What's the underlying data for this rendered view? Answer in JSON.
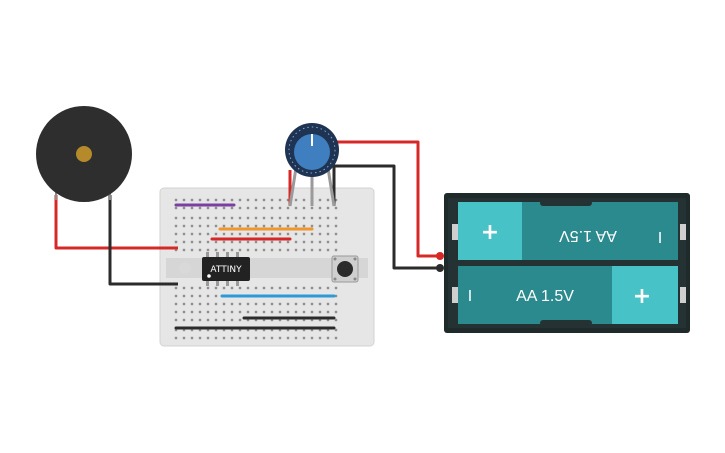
{
  "circuit": {
    "chip_label": "ATTINY",
    "battery_top": {
      "label": "AA 1.5V",
      "plus": "+",
      "minus": "I"
    },
    "battery_bottom": {
      "label": "AA 1.5V",
      "plus": "+",
      "minus": "I"
    }
  },
  "colors": {
    "wire_red": "#d72828",
    "wire_black": "#2b2b2b",
    "wire_purple": "#7a3fa0",
    "wire_orange": "#f0962a",
    "wire_blue": "#2e9bd6",
    "breadboard": "#eeeeee",
    "battery_teal": "#2b8a8e",
    "battery_light": "#47c3c8",
    "battery_case": "#1f2a2b",
    "buzzer_body": "#2e2e2e",
    "buzzer_center": "#b58a2a",
    "pot_blue": "#3f7fbf"
  }
}
